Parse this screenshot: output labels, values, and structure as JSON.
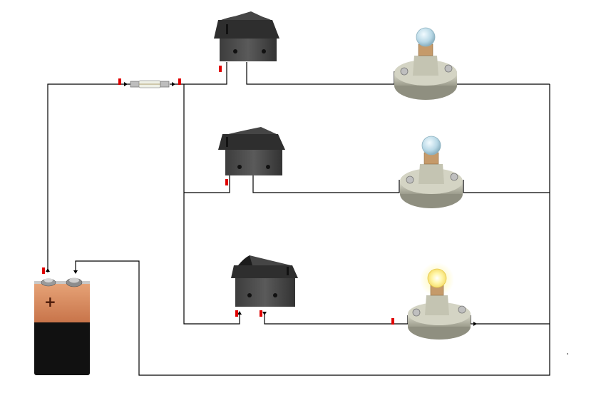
{
  "battery": {
    "sign": "+",
    "body_color": "#111111",
    "top_color": "#d98a5a"
  },
  "switches": [
    {
      "id": "switch-1",
      "state": "off"
    },
    {
      "id": "switch-2",
      "state": "off"
    },
    {
      "id": "switch-3",
      "state": "on"
    }
  ],
  "lamps": [
    {
      "id": "lamp-1",
      "lit": false
    },
    {
      "id": "lamp-2",
      "lit": false
    },
    {
      "id": "lamp-3",
      "lit": true
    }
  ],
  "colors": {
    "wire": "#000000",
    "probe_marker": "#e00000",
    "switch_body": "#4a4a4a",
    "lamp_base": "#c9c9b8",
    "lamp_glow": "#fff27a"
  }
}
